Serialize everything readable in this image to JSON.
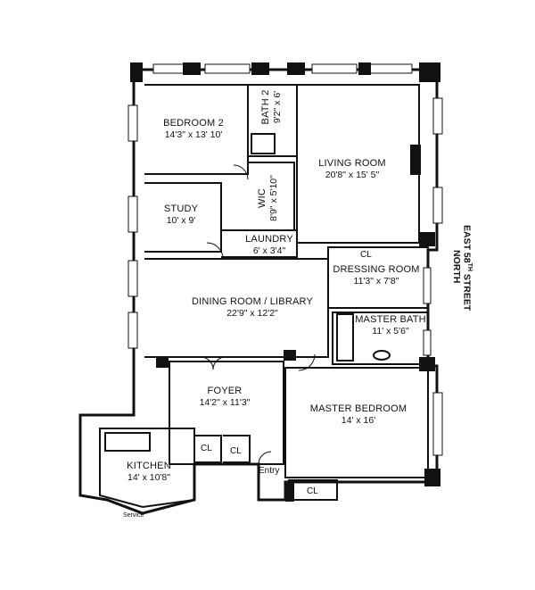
{
  "rooms": {
    "bedroom2": {
      "name": "BEDROOM 2",
      "dims": "14'3\" x 13' 10'"
    },
    "bath2": {
      "name": "BATH 2",
      "dims": "9'2\" x 6'"
    },
    "living": {
      "name": "LIVING ROOM",
      "dims": "20'8\" x 15' 5\""
    },
    "study": {
      "name": "STUDY",
      "dims": "10' x 9'"
    },
    "wic": {
      "name": "WIC",
      "dims": "8'9\" x 5'10\""
    },
    "laundry": {
      "name": "LAUNDRY",
      "dims": "6' x 3'4\""
    },
    "dressing": {
      "name": "DRESSING ROOM",
      "dims": "11'3\" x 7'8\""
    },
    "dining": {
      "name": "DINING ROOM / LIBRARY",
      "dims": "22'9\" x 12'2\""
    },
    "masterbath": {
      "name": "MASTER BATH",
      "dims": "11' x 5'6\""
    },
    "foyer": {
      "name": "FOYER",
      "dims": "14'2\" x 11'3\""
    },
    "masterbed": {
      "name": "MASTER BEDROOM",
      "dims": "14' x 16'"
    },
    "kitchen": {
      "name": "KITCHEN",
      "dims": "14' x 10'8\""
    }
  },
  "closets": {
    "cl_dressing": "CL",
    "cl_foyer1": "CL",
    "cl_foyer2": "CL",
    "cl_master": "CL"
  },
  "entry": "Entry",
  "service": "Service",
  "street": {
    "line1": "EAST 58",
    "sup": "TH",
    "line2": " STREET",
    "line3": "NORTH"
  }
}
